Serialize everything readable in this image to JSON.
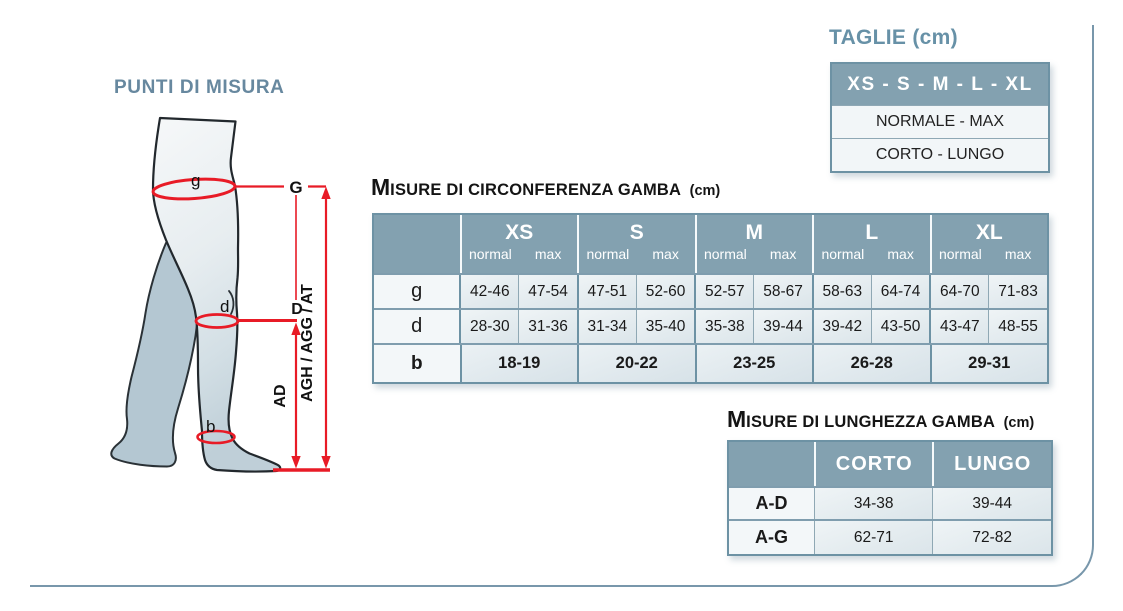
{
  "punti_di_misura": {
    "title": "PUNTI DI MISURA",
    "points": {
      "g": "g",
      "G": "G",
      "d": "d",
      "D": "D",
      "b": "b"
    },
    "length_ad_label": "AD",
    "length_agh_label": "AGH / AGG / AT"
  },
  "taglie": {
    "title": "TAGLIE (cm)",
    "sizes_header": "XS - S - M - L - XL",
    "row_normale": "NORMALE - MAX",
    "row_corto": "CORTO - LUNGO"
  },
  "circonferenza": {
    "title_cap": "M",
    "title_rest": "isure di circonferenza gamba",
    "unit": "(cm)",
    "col_groups": [
      "XS",
      "S",
      "M",
      "L",
      "XL"
    ],
    "sub_cols": [
      "normal",
      "max"
    ],
    "rows": [
      {
        "label": "g",
        "values": [
          "42-46",
          "47-54",
          "47-51",
          "52-60",
          "52-57",
          "58-67",
          "58-63",
          "64-74",
          "64-70",
          "71-83"
        ]
      },
      {
        "label": "d",
        "values": [
          "28-30",
          "31-36",
          "31-34",
          "35-40",
          "35-38",
          "39-44",
          "39-42",
          "43-50",
          "43-47",
          "48-55"
        ]
      }
    ],
    "row_b": {
      "label": "b",
      "values": [
        "18-19",
        "20-22",
        "23-25",
        "26-28",
        "29-31"
      ]
    }
  },
  "lunghezza": {
    "title_cap": "M",
    "title_rest": "isure di lunghezza gamba",
    "unit": "(cm)",
    "columns": [
      "CORTO",
      "LUNGO"
    ],
    "rows": [
      {
        "label": "A-D",
        "values": [
          "34-38",
          "39-44"
        ]
      },
      {
        "label": "A-G",
        "values": [
          "62-71",
          "72-82"
        ]
      }
    ]
  },
  "colors": {
    "accent_blue": "#6791a7",
    "table_header_bg": "#83a1b0",
    "table_border": "#6d92a4",
    "measure_red": "#e81b26"
  }
}
